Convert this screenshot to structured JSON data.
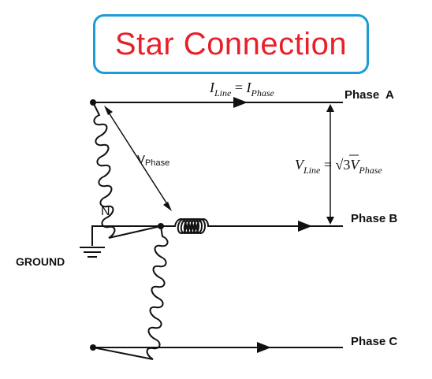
{
  "title": "Star Connection",
  "labels": {
    "phase_a": "Phase  A",
    "phase_b": "Phase B",
    "phase_c": "Phase C",
    "neutral": "N",
    "ground": "GROUND",
    "v_phase_main": "V",
    "v_phase_sub": "Phase",
    "i_line_I": "I",
    "i_line_sub": "Line",
    "i_eq": " = ",
    "i_phase_I": "I",
    "i_phase_sub": "Phase",
    "v_line_V": "V",
    "v_line_sub": "Line",
    "v_eq": " = ",
    "sqrt_sym": "√",
    "sqrt_num": "3",
    "v_line_V2": "V",
    "v_line_sub2": "Phase"
  },
  "colors": {
    "title_text": "#e8202a",
    "title_border": "#1c9bd8",
    "wire": "#111111"
  }
}
